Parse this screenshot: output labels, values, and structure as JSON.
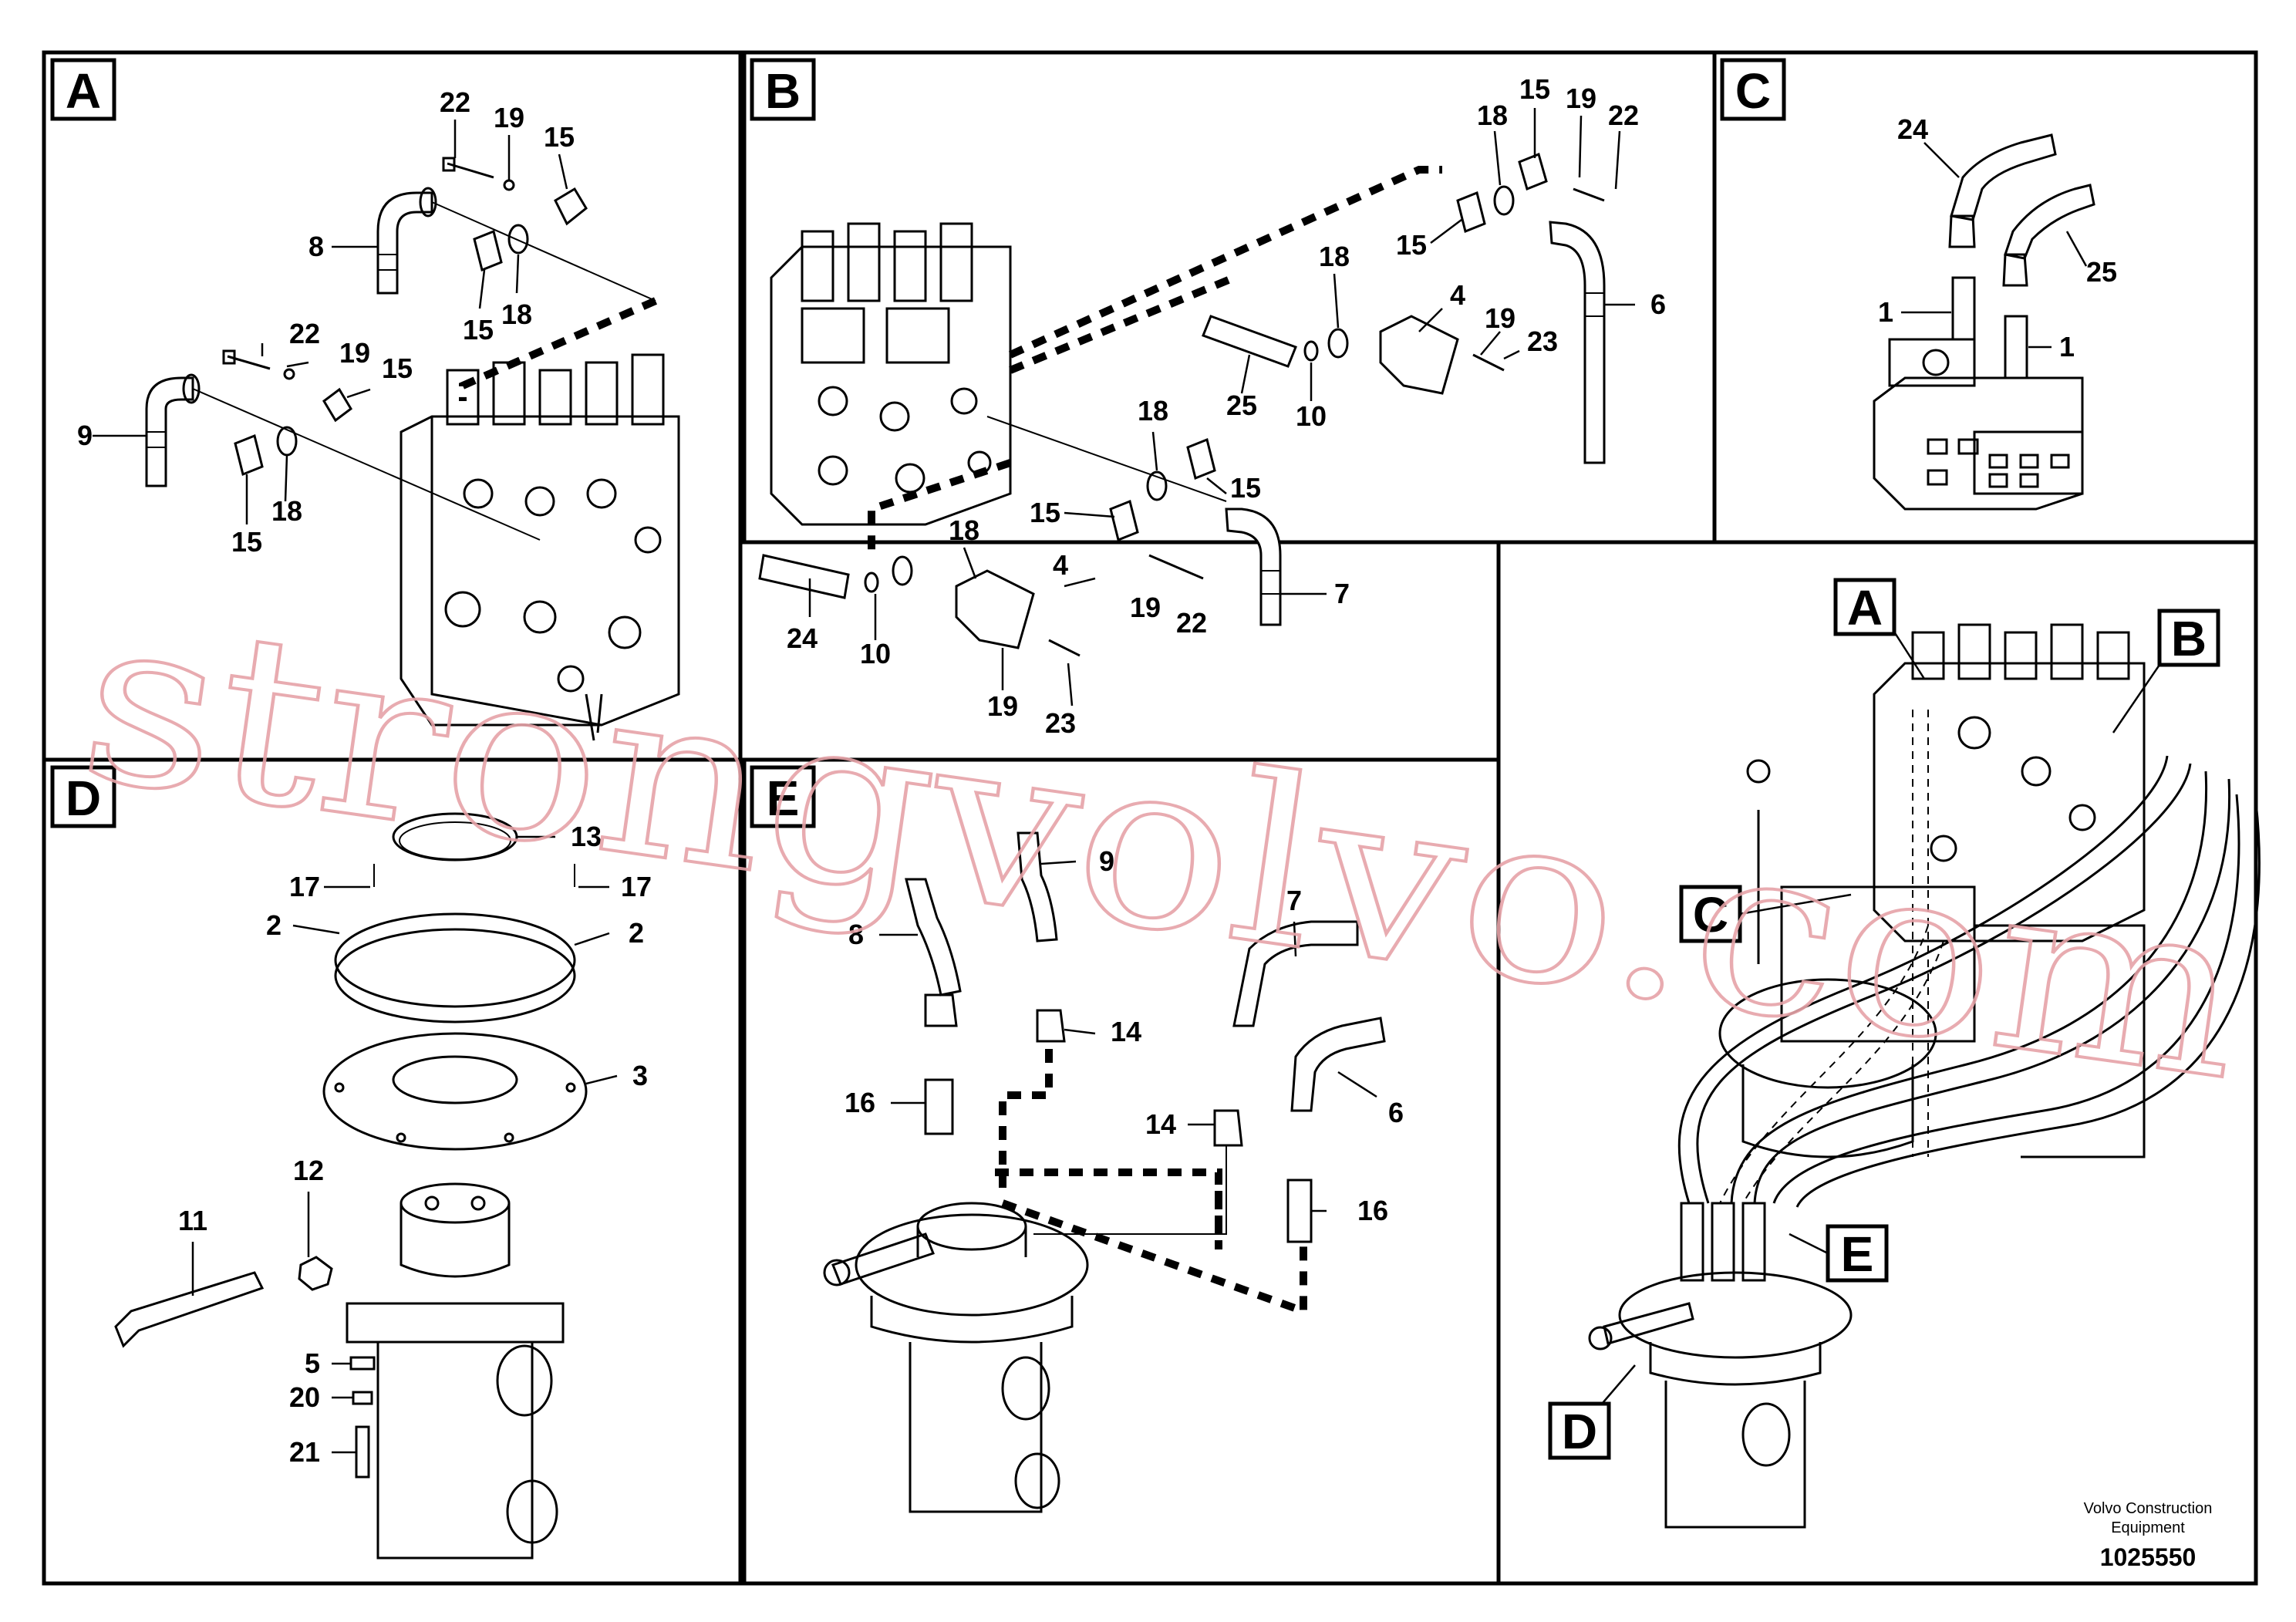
{
  "sections": [
    {
      "id": "A",
      "letter": "A"
    },
    {
      "id": "B",
      "letter": "B"
    },
    {
      "id": "C",
      "letter": "C"
    },
    {
      "id": "D",
      "letter": "D"
    },
    {
      "id": "E",
      "letter": "E"
    },
    {
      "id": "overview",
      "letter": ""
    }
  ],
  "callouts": {
    "A": [
      "22",
      "19",
      "15",
      "8",
      "18",
      "15",
      "22",
      "19",
      "15",
      "9",
      "15",
      "18"
    ],
    "B": [
      "15",
      "19",
      "22",
      "18",
      "15",
      "6",
      "18",
      "4",
      "19",
      "23",
      "25",
      "10",
      "18",
      "15",
      "15",
      "7",
      "18",
      "4",
      "19",
      "22",
      "24",
      "10",
      "19",
      "23"
    ],
    "C": [
      "24",
      "25",
      "1",
      "1"
    ],
    "D": [
      "13",
      "17",
      "17",
      "2",
      "2",
      "3",
      "12",
      "11",
      "5",
      "20",
      "21"
    ],
    "E": [
      "9",
      "8",
      "7",
      "14",
      "16",
      "14",
      "6",
      "16"
    ]
  },
  "overview_labels": [
    "A",
    "B",
    "C",
    "E",
    "D"
  ],
  "footer": {
    "company_line1": "Volvo Construction",
    "company_line2": "Equipment",
    "drawing_number": "1025550"
  },
  "watermark": "strongvolvo.com",
  "colors": {
    "line": "#000000",
    "background": "#ffffff",
    "watermark": "#e6a3a8"
  }
}
